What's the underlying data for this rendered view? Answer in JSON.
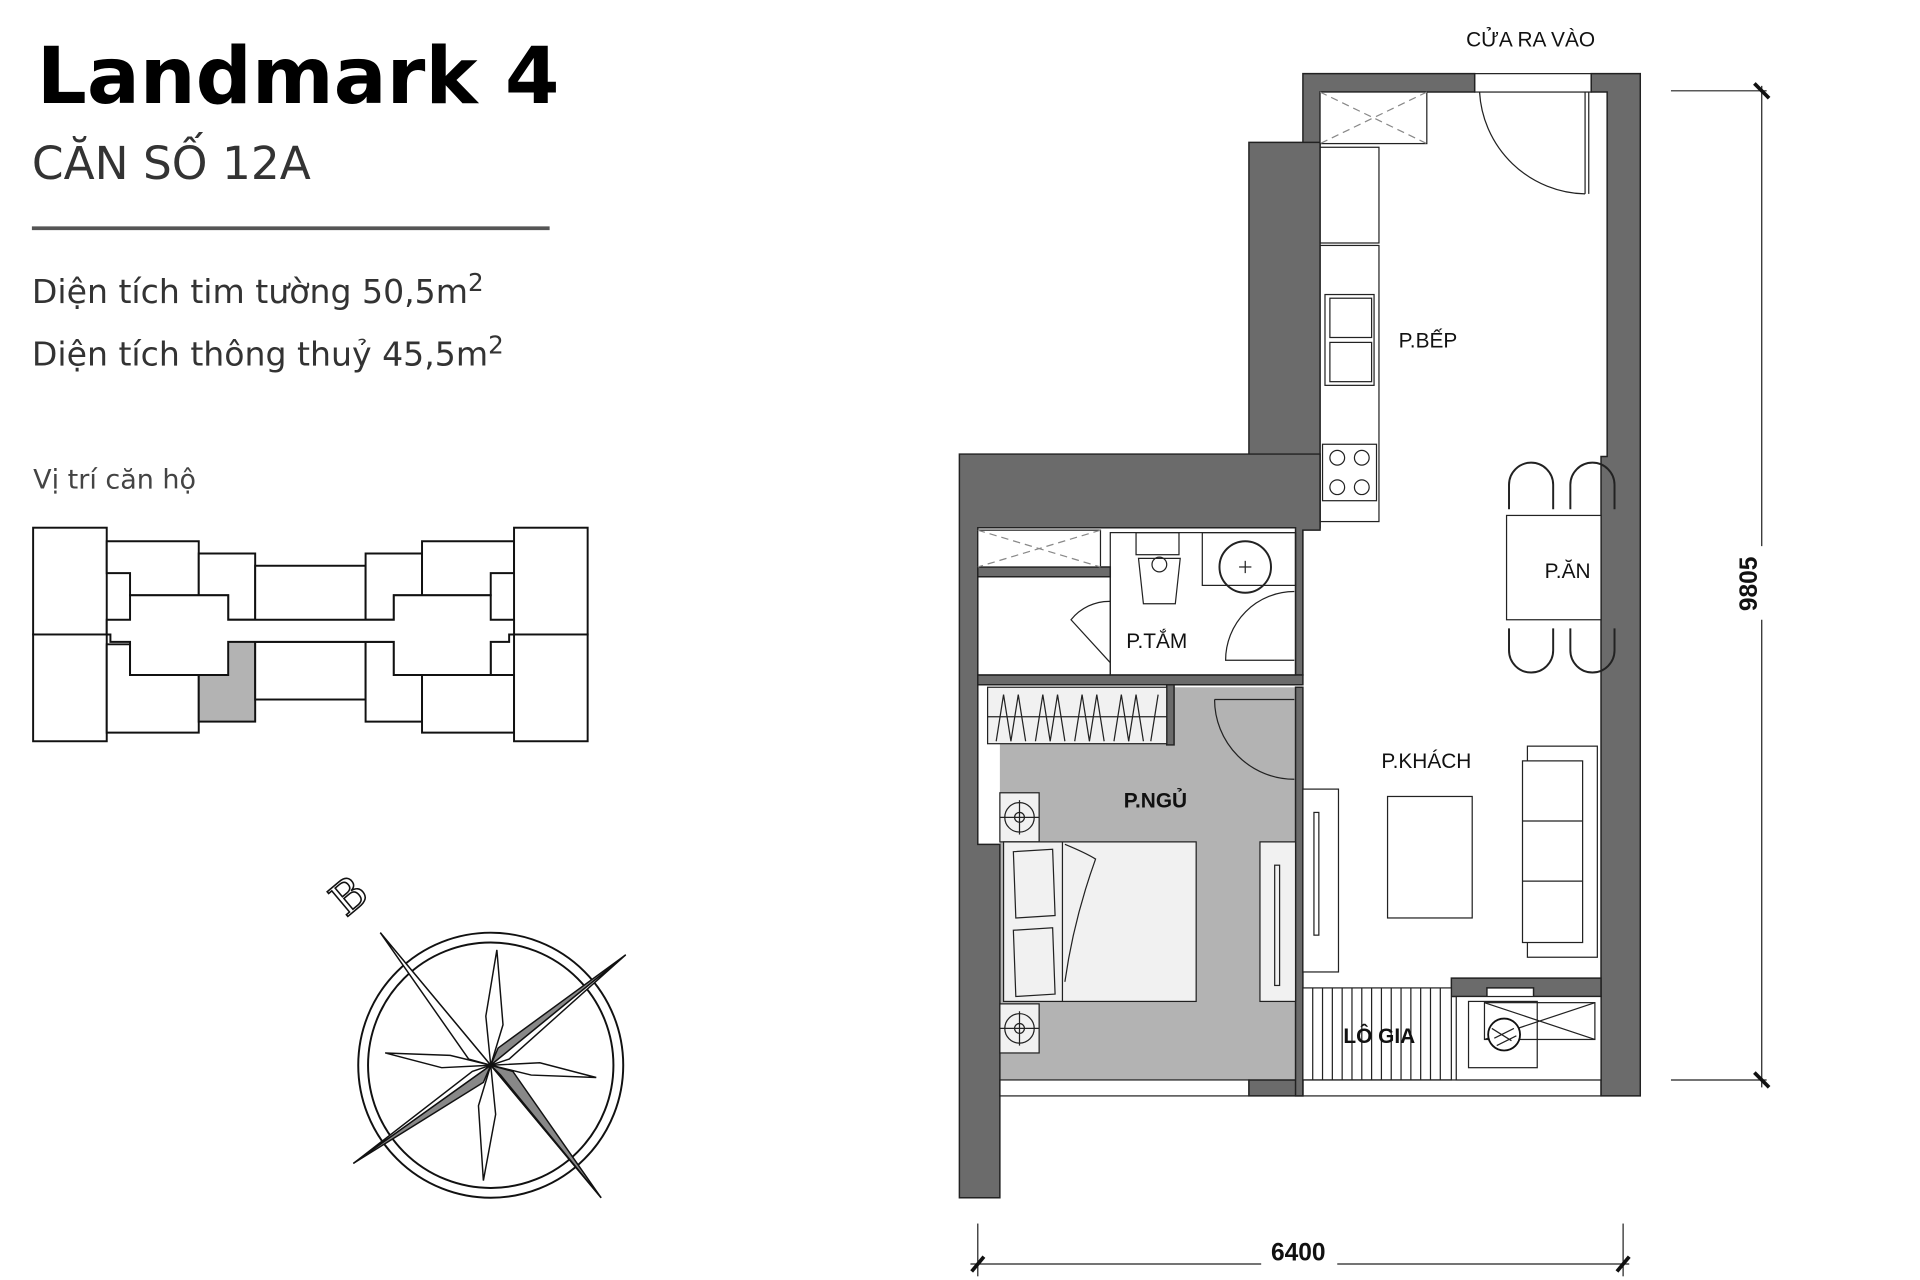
{
  "header": {
    "title": "Landmark 4",
    "unit": "CĂN SỐ 12A"
  },
  "areas": {
    "wall_center_label": "Diện tích tim tường 50,5m",
    "wall_center_sup": "2",
    "clear_label": "Diện tích thông thuỷ 45,5m",
    "clear_sup": "2"
  },
  "location": {
    "label": "Vị trí căn hộ",
    "highlight_color": "#b3b3b3"
  },
  "compass": {
    "north_label": "B"
  },
  "plan": {
    "entrance": "CỬA RA VÀO",
    "rooms": {
      "kitchen": "P.BẾP",
      "dining": "P.ĂN",
      "bath": "P.TẮM",
      "bedroom": "P.NGỦ",
      "living": "P.KHÁCH",
      "loggia": "LÔ GIA"
    },
    "dimensions": {
      "width": "6400",
      "height": "9805"
    },
    "colors": {
      "wall": "#6b6b6b",
      "bedroom_fill": "#b3b3b3"
    }
  }
}
